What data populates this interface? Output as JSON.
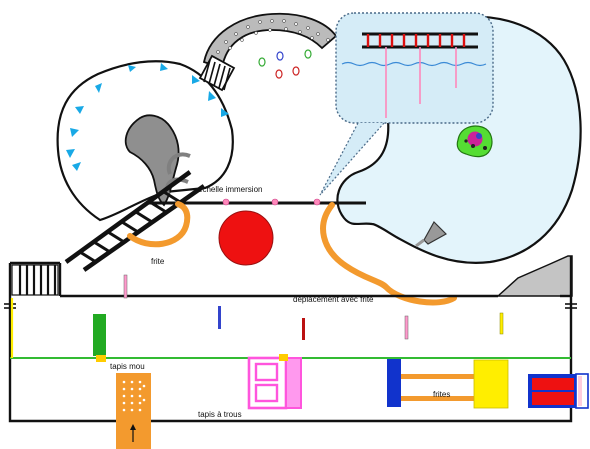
{
  "labels": {
    "ladder": "échelle immersion",
    "fry": "frite",
    "move_with_fry": "déplacement avec frite",
    "soft_mat": "tapis mou",
    "hole_mat": "tapis à trous",
    "fries": "frites"
  },
  "colors": {
    "pool_water": "#e3f4fb",
    "zoom_bubble": "#d5ecf7",
    "fry_orange": "#f39a2e",
    "ball_red": "#ee1111",
    "stair_yellow": "#ffee00",
    "green_line": "#33bb33",
    "mat_magenta": "#ff55dd",
    "block_blue": "#1133cc",
    "ladder_red": "#dd1111",
    "figure_grey": "#8f8f8f"
  }
}
